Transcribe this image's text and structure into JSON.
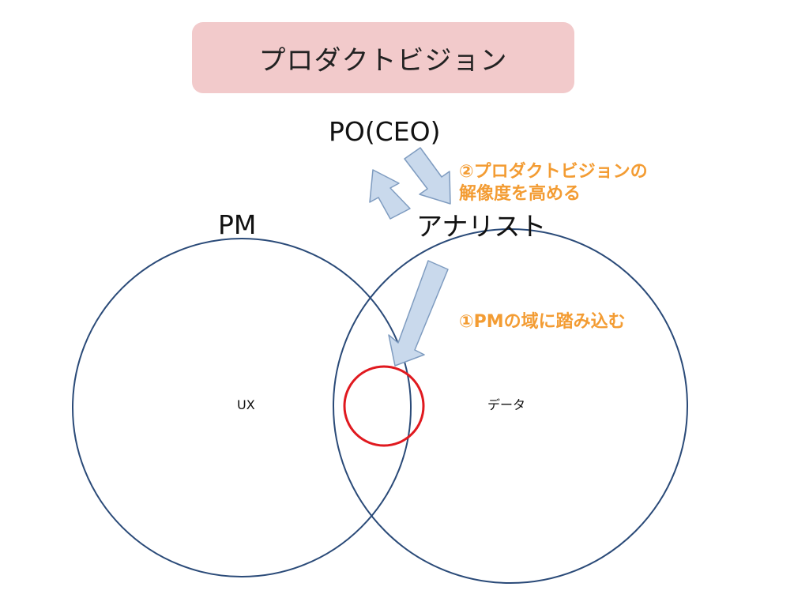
{
  "title": "プロダクトビジョン",
  "roles": {
    "po": "PO(CEO)",
    "pm": "PM",
    "analyst": "アナリスト"
  },
  "circles": {
    "left_label": "UX",
    "right_label": "データ"
  },
  "notes": {
    "step2_line1": "②プロダクトビジョンの",
    "step2_line2": "解像度を高める",
    "step1": "①PMの域に踏み込む"
  },
  "colors": {
    "title_background": "#f2cacb",
    "circle_stroke": "#2a4a78",
    "highlight_circle": "#e0191f",
    "arrow_fill": "#c9d9ec",
    "arrow_stroke": "#7f9cc0",
    "note_text": "#f39c33"
  }
}
